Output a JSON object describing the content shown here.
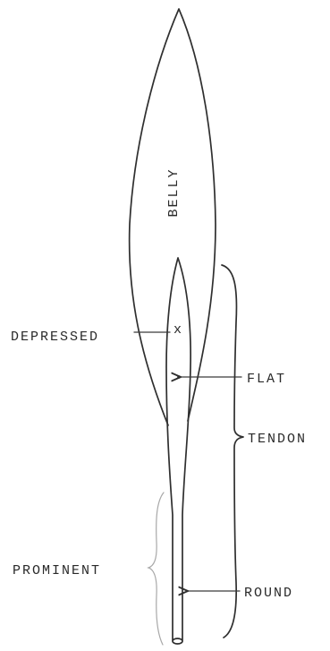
{
  "labels": {
    "belly": "BELLY",
    "depressed": "DEPRESSED",
    "depressed_mark": "x",
    "flat": "FLAT",
    "tendon": "TENDON",
    "prominent": "PROMINENT",
    "round": "ROUND"
  }
}
